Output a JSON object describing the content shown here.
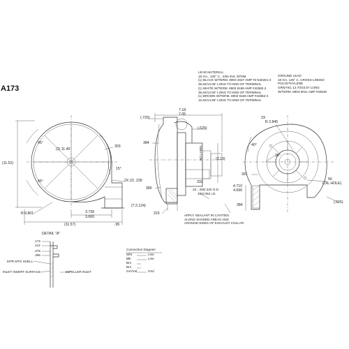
{
  "part_number": "A173",
  "notes": {
    "lead_material": [
      "LEAD MATERIAL:",
      "18 GA., 125° C., 4/64 INS. EPDM",
      "(1) BLACK W/TERM. 8903 4637 AMP #2-520261-2",
      "35.84/13.06\" LONG TO END OF TERMINAL",
      "(1) WHITE W/TERM. 8903 9169 AMP #42682-2",
      "35.84/13.06\" LONG TO END OF TERMINAL",
      "(1) BROWN W/TERM. 8903 9169 AMP #42682-2",
      "16.62/14.96\" LONG TO END OF TERMINAL"
    ],
    "ground_lead": [
      "GROUND LEAD",
      "18 GA. 125° C. CROSS-LINKED",
      "POLYETHYLENE",
      "GRN/YEL 12.70/10.57 LONG",
      "W/TERM. 8903 9011 AMP #40630"
    ],
    "sealant": [
      "APPLY SEALANT IN CAVITIES",
      "ALONG SHADED AREAS AND",
      "AROUND SIDES OF EXHAUST COLLAR"
    ]
  },
  "front_view": {
    "dim_diameter": "(2) 11.45",
    "dim_height": "(11.52)",
    "dim_303": "303",
    "dim_45_top": "45°",
    "dim_45_bot": "45°",
    "dim_15": "15°",
    "dim_holes": "2X (2) .239",
    "dim_radius": "R 6.801",
    "dim_width": "(11.57)",
    "dim_95": ".95",
    "dim_3739": "3.739",
    "dim_3660": "3.660"
  },
  "side_view": {
    "dim_718": "7.18",
    "dim_705": "7.05",
    "dim_725": "(.725)",
    "dim_625": "(.625)",
    "dim_384": "384",
    "dim_313": "(3.13)",
    "dim_385": "385",
    "dim_2124": "(7.2.124)",
    "dim_315": "315",
    "dim_332": "332",
    "dim_collar": "2X, .335/.320 O.D.",
    "dim_collar2": ".102/.092 I.D.",
    "label_label": "NO LABEL"
  },
  "rear_view": {
    "dim_2x": "2X",
    "dim_r": "R 2.845",
    "dim_40": "40°",
    "dim_38": "38°",
    "dim_391": "391",
    "dim_4710": "4.710",
    "dim_4690": "4.690",
    "dim_384": "384",
    "dim_625": "(.625)",
    "dim_oil": "56",
    "dim_oil2": "(OIL HOLE)"
  },
  "detail_a": {
    "title": "DETAIL \"A\"",
    "d1": ".172",
    "d2": ".113",
    "d3": ".375",
    "d4": ".356",
    "mtr_shell": "MTR MTG SHELL",
    "inlet_surface": "INLET INSERT SURFACE",
    "impeller_inlet": "IMPELLER INLET"
  },
  "connection_diagram": {
    "title": "Connection Diagram",
    "rows": [
      {
        "wire": "Wht",
        "conn": "Line"
      },
      {
        "wire": "Blk",
        "conn": "Line"
      },
      {
        "wire": "Brn",
        "conn": ""
      },
      {
        "wire": "Brn",
        "conn": ""
      },
      {
        "wire": "Grn/Yel",
        "conn": "Gnd"
      }
    ]
  }
}
